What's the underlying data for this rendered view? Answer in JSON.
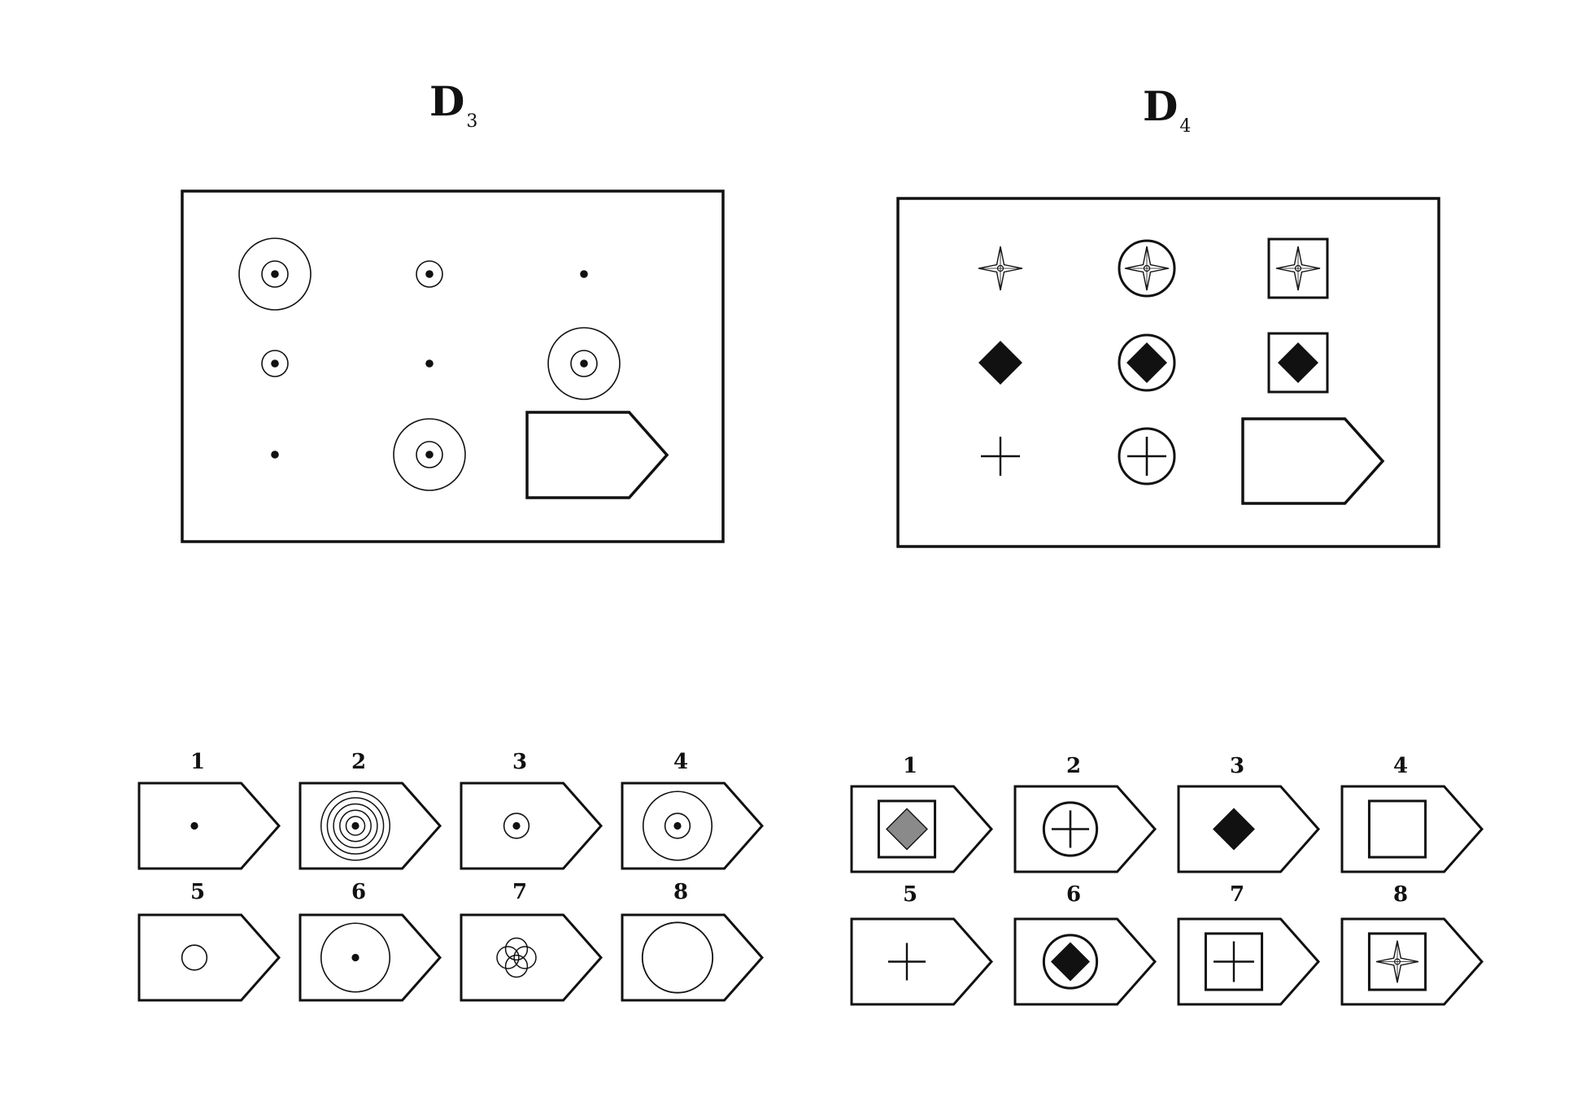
{
  "puzzles": [
    {
      "id": "D",
      "number": "3",
      "matrix": [
        [
          "big-target",
          "small-target",
          "dot"
        ],
        [
          "small-target",
          "dot",
          "big-target"
        ],
        [
          "dot",
          "big-target",
          "missing"
        ]
      ],
      "options": [
        {
          "label": "1",
          "figure": "dot"
        },
        {
          "label": "2",
          "figure": "concentric-rings"
        },
        {
          "label": "3",
          "figure": "small-target"
        },
        {
          "label": "4",
          "figure": "big-target"
        },
        {
          "label": "5",
          "figure": "small-circle"
        },
        {
          "label": "6",
          "figure": "circle-dot"
        },
        {
          "label": "7",
          "figure": "four-circles"
        },
        {
          "label": "8",
          "figure": "big-circle"
        }
      ]
    },
    {
      "id": "D",
      "number": "4",
      "matrix": [
        [
          "star",
          "star-in-circle",
          "star-in-square"
        ],
        [
          "diamond",
          "diamond-in-circle",
          "diamond-in-square"
        ],
        [
          "cross",
          "cross-in-circle",
          "missing"
        ]
      ],
      "options": [
        {
          "label": "1",
          "figure": "grey-diamond-in-square"
        },
        {
          "label": "2",
          "figure": "cross-in-circle"
        },
        {
          "label": "3",
          "figure": "diamond"
        },
        {
          "label": "4",
          "figure": "empty-square"
        },
        {
          "label": "5",
          "figure": "cross"
        },
        {
          "label": "6",
          "figure": "diamond-in-circle"
        },
        {
          "label": "7",
          "figure": "cross-in-square"
        },
        {
          "label": "8",
          "figure": "star-in-square"
        }
      ]
    }
  ],
  "colors": {
    "ink": "#111111",
    "grey_fill": "#8a8a8a"
  }
}
